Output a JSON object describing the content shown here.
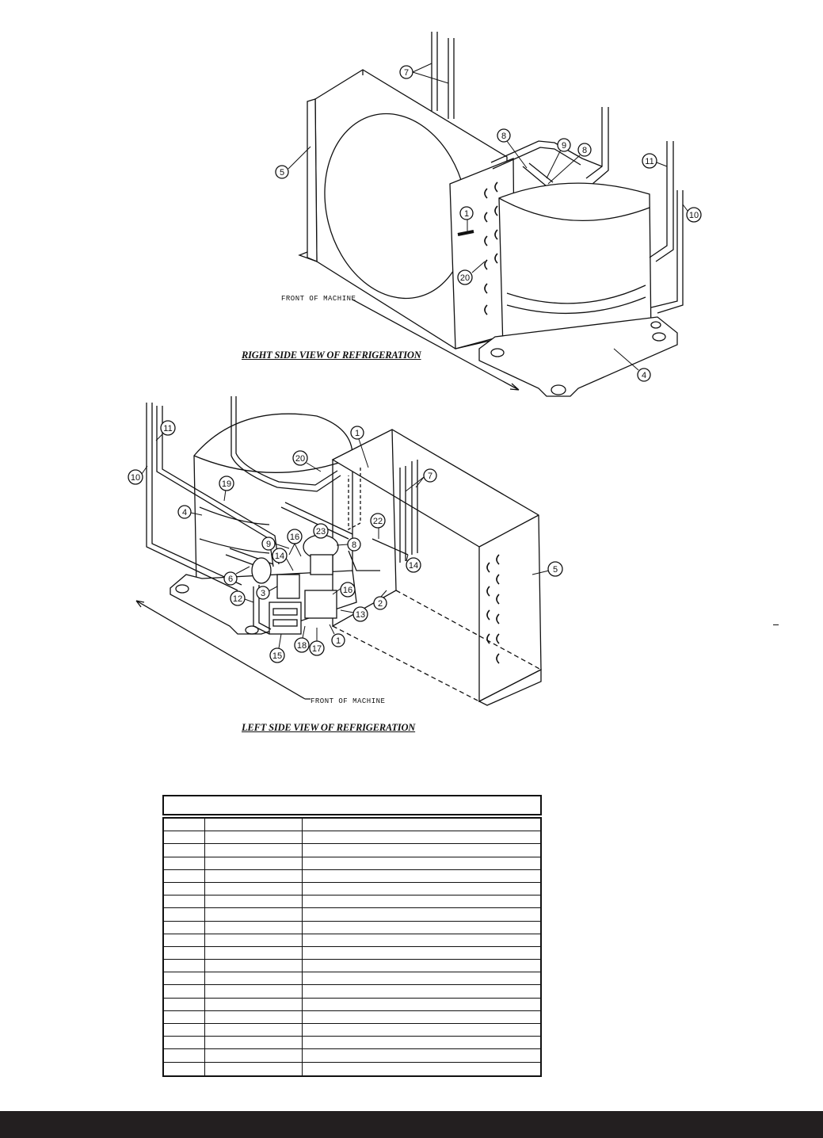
{
  "figures": {
    "right_view": {
      "caption": "RIGHT SIDE VIEW OF REFRIGERATION",
      "front_label": "FRONT OF MACHINE",
      "callouts": [
        "7",
        "5",
        "8",
        "9",
        "8",
        "11",
        "10",
        "1",
        "20",
        "4"
      ]
    },
    "left_view": {
      "caption": "LEFT SIDE VIEW OF REFRIGERATION",
      "front_label": "FRONT OF MACHINE",
      "callouts": [
        "11",
        "10",
        "20",
        "1",
        "7",
        "19",
        "4",
        "23",
        "22",
        "16",
        "14",
        "9",
        "8",
        "6",
        "3",
        "14",
        "16",
        "12",
        "2",
        "13",
        "5",
        "15",
        "18",
        "17",
        "1"
      ]
    }
  },
  "parts_table": {
    "title": "",
    "rows": [
      [
        "",
        "",
        ""
      ],
      [
        "",
        "",
        ""
      ],
      [
        "",
        "",
        ""
      ],
      [
        "",
        "",
        ""
      ],
      [
        "",
        "",
        ""
      ],
      [
        "",
        "",
        ""
      ],
      [
        "",
        "",
        ""
      ],
      [
        "",
        "",
        ""
      ],
      [
        "",
        "",
        ""
      ],
      [
        "",
        "",
        ""
      ],
      [
        "",
        "",
        ""
      ],
      [
        "",
        "",
        ""
      ],
      [
        "",
        "",
        ""
      ],
      [
        "",
        "",
        ""
      ],
      [
        "",
        "",
        ""
      ],
      [
        "",
        "",
        ""
      ],
      [
        "",
        "",
        ""
      ],
      [
        "",
        "",
        ""
      ],
      [
        "",
        "",
        ""
      ],
      [
        "",
        "",
        ""
      ]
    ]
  },
  "colors": {
    "ink": "#111111",
    "paper": "#ffffff",
    "footer_bar": "#231f20"
  }
}
